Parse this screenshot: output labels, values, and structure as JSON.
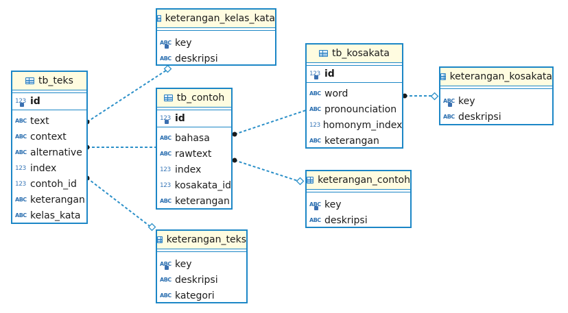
{
  "tables": {
    "tb_teks": {
      "name": "tb_teks",
      "pk": {
        "label": "id",
        "type": "123"
      },
      "columns": [
        {
          "label": "text",
          "type": "ABC"
        },
        {
          "label": "context",
          "type": "ABC"
        },
        {
          "label": "alternative",
          "type": "ABC"
        },
        {
          "label": "index",
          "type": "123"
        },
        {
          "label": "contoh_id",
          "type": "123"
        },
        {
          "label": "keterangan",
          "type": "ABC"
        },
        {
          "label": "kelas_kata",
          "type": "ABC"
        }
      ]
    },
    "tb_contoh": {
      "name": "tb_contoh",
      "pk": {
        "label": "id",
        "type": "123"
      },
      "columns": [
        {
          "label": "bahasa",
          "type": "ABC"
        },
        {
          "label": "rawtext",
          "type": "ABC"
        },
        {
          "label": "index",
          "type": "123"
        },
        {
          "label": "kosakata_id",
          "type": "123"
        },
        {
          "label": "keterangan",
          "type": "ABC"
        }
      ]
    },
    "tb_kosakata": {
      "name": "tb_kosakata",
      "pk": {
        "label": "id",
        "type": "123"
      },
      "columns": [
        {
          "label": "word",
          "type": "ABC"
        },
        {
          "label": "pronounciation",
          "type": "ABC"
        },
        {
          "label": "homonym_index",
          "type": "123"
        },
        {
          "label": "keterangan",
          "type": "ABC"
        }
      ]
    },
    "keterangan_kelas_kata": {
      "name": "keterangan_kelas_kata",
      "columns": [
        {
          "label": "key",
          "type": "ABC-key"
        },
        {
          "label": "deskripsi",
          "type": "ABC"
        }
      ]
    },
    "keterangan_kosakata": {
      "name": "keterangan_kosakata",
      "columns": [
        {
          "label": "key",
          "type": "ABC-key"
        },
        {
          "label": "deskripsi",
          "type": "ABC"
        }
      ]
    },
    "keterangan_contoh": {
      "name": "keterangan_contoh",
      "columns": [
        {
          "label": "key",
          "type": "ABC-key"
        },
        {
          "label": "deskripsi",
          "type": "ABC"
        }
      ]
    },
    "keterangan_teks": {
      "name": "keterangan_teks",
      "columns": [
        {
          "label": "key",
          "type": "ABC-key"
        },
        {
          "label": "deskripsi",
          "type": "ABC"
        },
        {
          "label": "kategori",
          "type": "ABC"
        }
      ]
    }
  },
  "colors": {
    "border": "#1b86c6",
    "header_bg": "#fffce0",
    "edge": "#2a8fc8"
  }
}
